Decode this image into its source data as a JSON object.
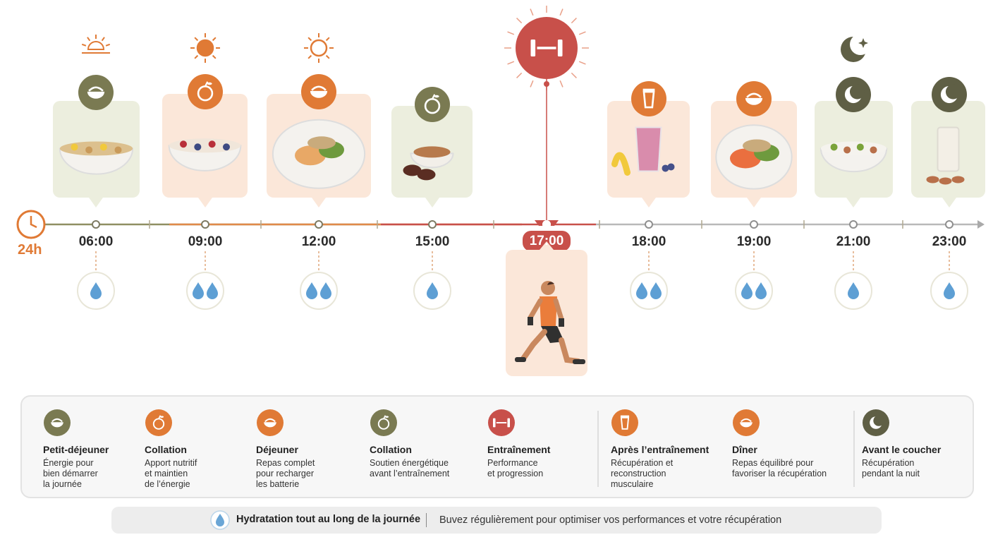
{
  "timeline": {
    "clock_label": "24h",
    "colors": {
      "green": "#7a7a52",
      "orange": "#e07a35",
      "red": "#c8504a",
      "moon": "#5f5f45",
      "line_orange": "#e08a4a",
      "line_green": "#8f8f62",
      "line_gray": "#b9b9b9"
    },
    "times": [
      "06:00",
      "09:00",
      "12:00",
      "15:00",
      "17:00",
      "18:00",
      "19:00",
      "21:00",
      "23:00"
    ],
    "active_time": "17:00",
    "hydration_drops": [
      1,
      2,
      2,
      1,
      2,
      2,
      1,
      1
    ],
    "top_symbols": [
      "sunrise-icon",
      "sun-icon",
      "sun-icon",
      "",
      "dumbbell-icon",
      "",
      "",
      "moon-stars-icon",
      ""
    ],
    "meal_icons": [
      "bowl-icon",
      "apple-icon",
      "bowl-icon",
      "apple-icon",
      "dumbbell-icon",
      "shaker-icon",
      "bowl-icon",
      "moon-icon",
      "moon-icon"
    ]
  },
  "legend": [
    {
      "title": "Petit-déjeuner",
      "desc": "Énergie pour\nbien démarrer\nla journée",
      "icon": "bowl-icon",
      "color": "#7a7a52"
    },
    {
      "title": "Collation",
      "desc": "Apport nutritif\net maintien\nde l’énergie",
      "icon": "apple-icon",
      "color": "#e07a35"
    },
    {
      "title": "Déjeuner",
      "desc": "Repas complet\npour recharger\nles batterie",
      "icon": "bowl-icon",
      "color": "#e07a35"
    },
    {
      "title": "Collation",
      "desc": "Soutien énergétique\navant l’entraînement",
      "icon": "apple-icon",
      "color": "#7a7a52"
    },
    {
      "title": "Entraînement",
      "desc": "Performance\net progression",
      "icon": "dumbbell-icon",
      "color": "#c8504a"
    },
    {
      "title": "Après l’entraînement",
      "desc": "Récupération et\nreconstruction\nmusculaire",
      "icon": "shaker-icon",
      "color": "#e07a35"
    },
    {
      "title": "Dîner",
      "desc": "Repas équilibré pour\nfavoriser la récupération",
      "icon": "bowl-icon",
      "color": "#e07a35"
    },
    {
      "title": "Avant le coucher",
      "desc": "Récupération\npendant la nuit",
      "icon": "moon-icon",
      "color": "#5f5f45"
    }
  ],
  "hydration": {
    "title": "Hydratation tout au long de la journée",
    "text": "Buvez régulièrement pour optimiser vos performances et votre récupération",
    "icon": "water-drop-icon"
  }
}
